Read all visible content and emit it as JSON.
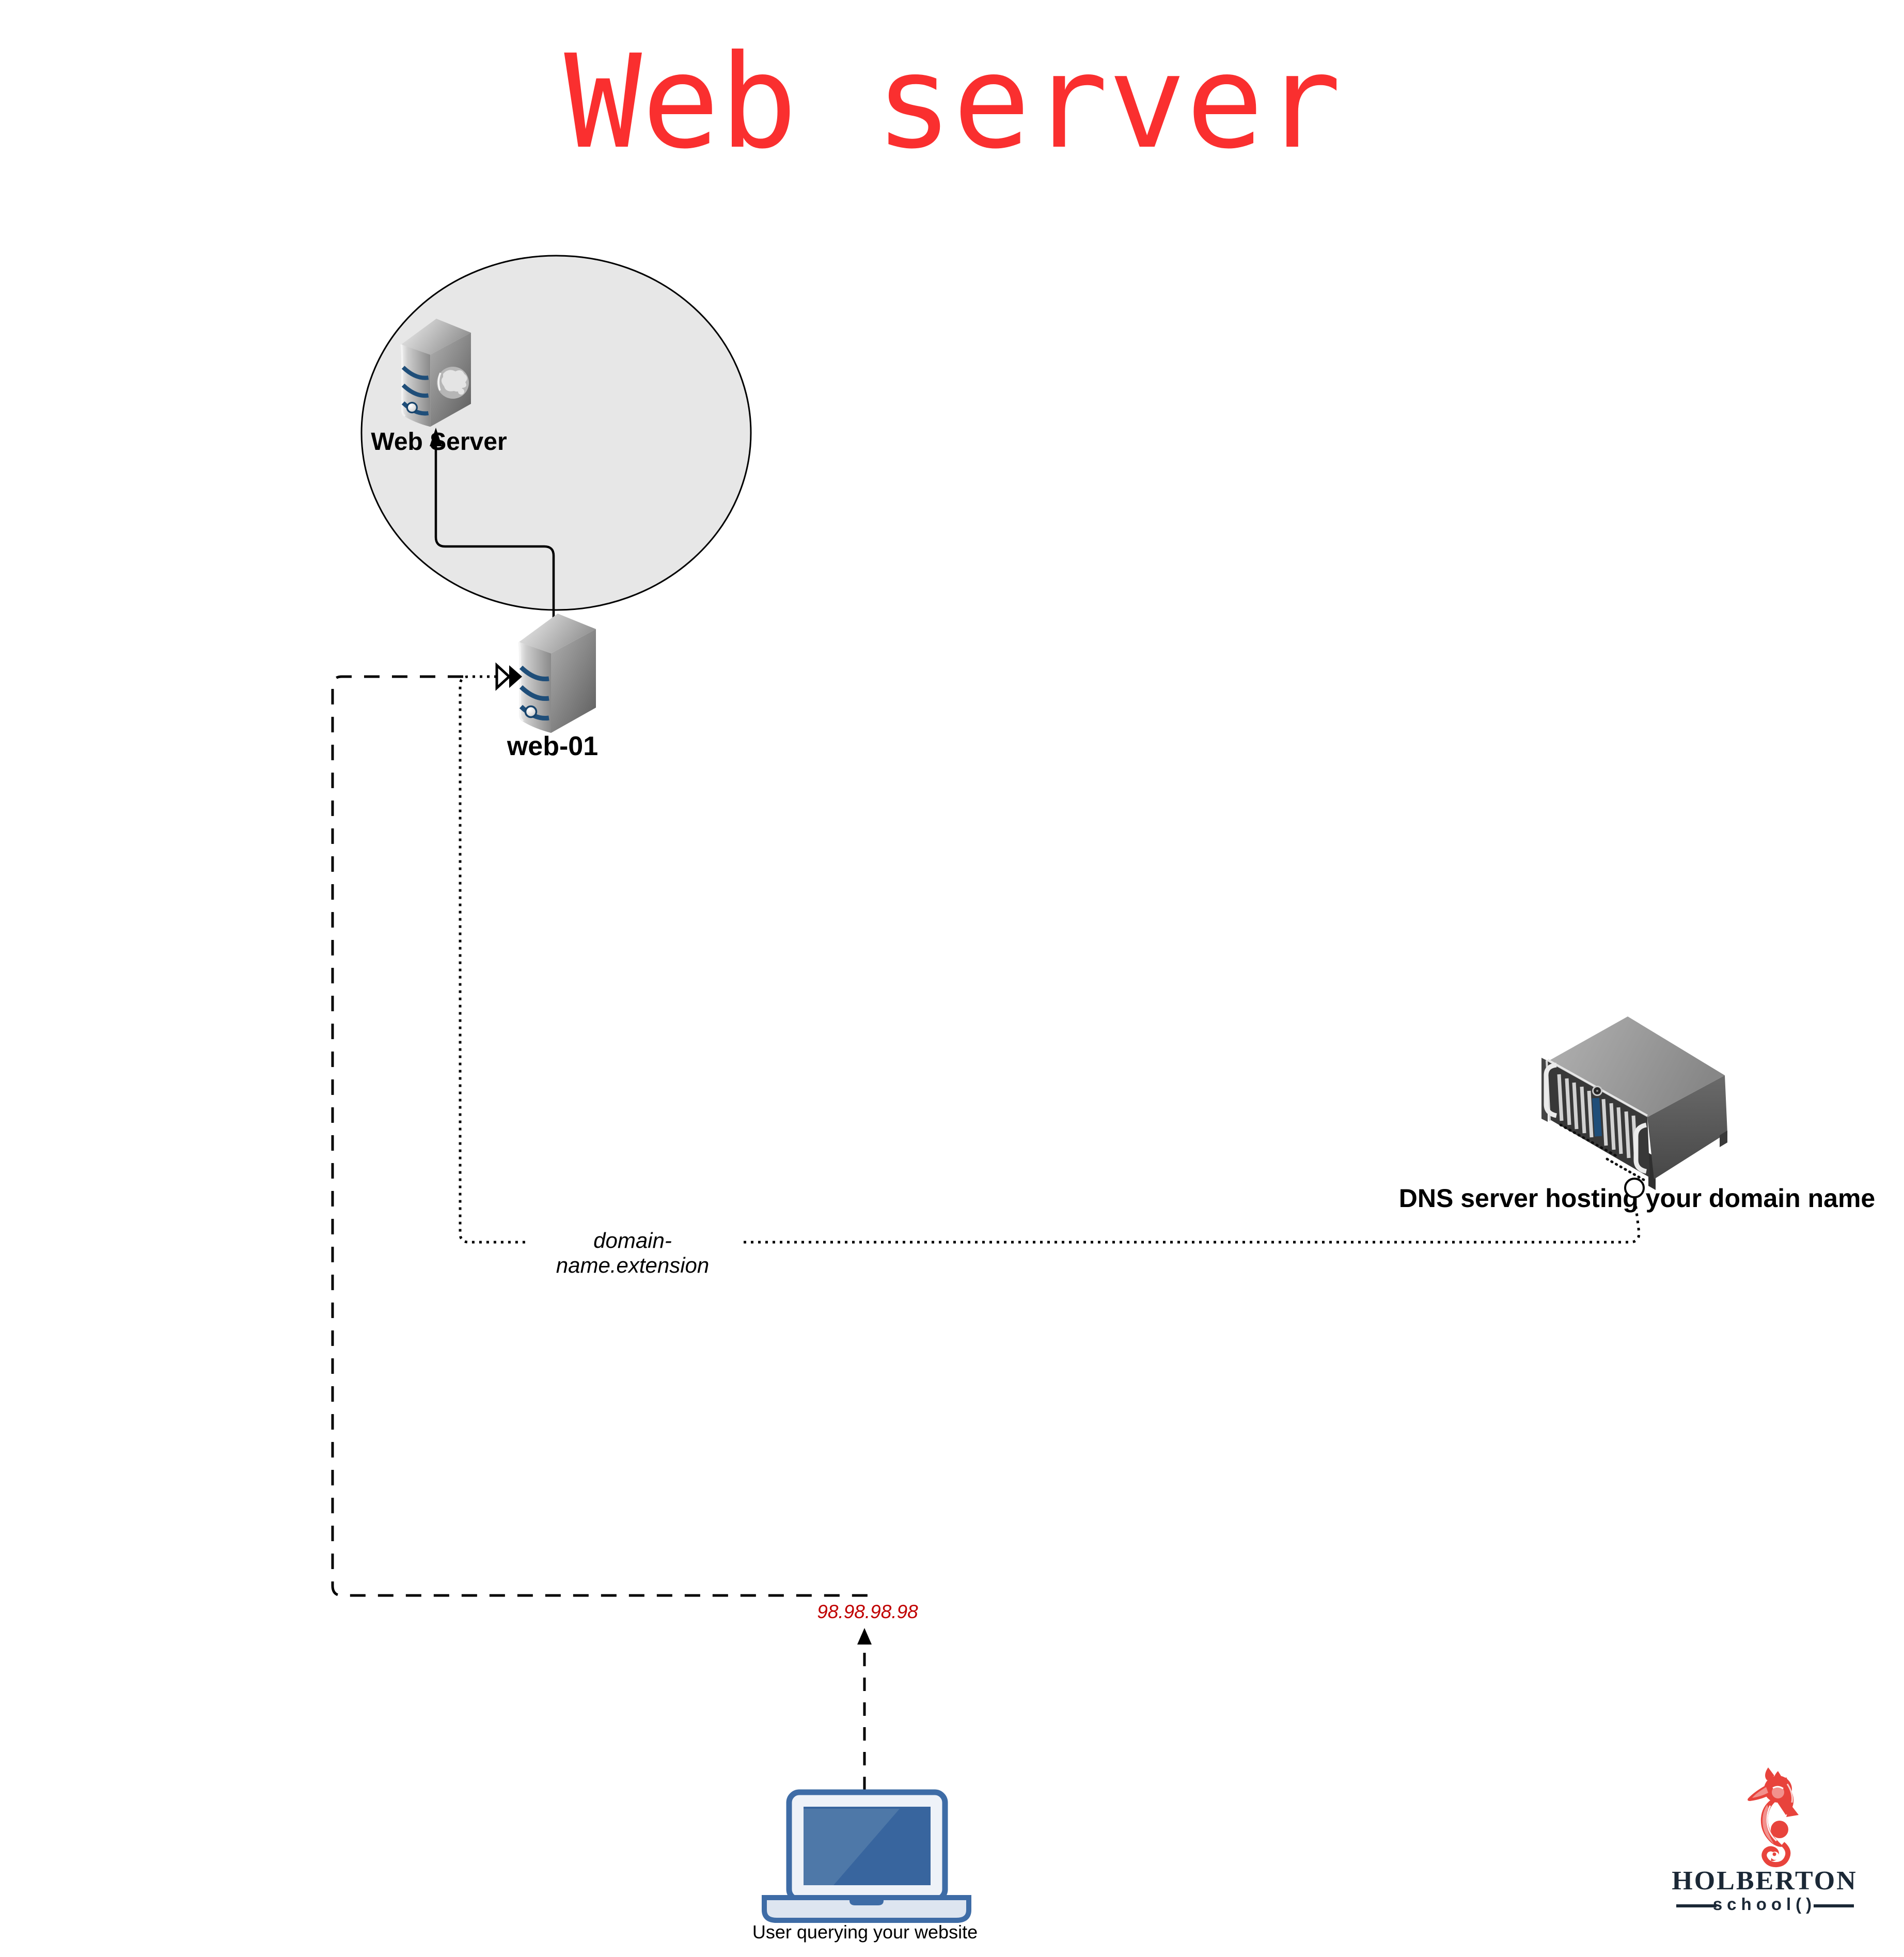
{
  "title": {
    "text": "Web server",
    "color": "#fa2f2f"
  },
  "nodes": {
    "web_server": {
      "label": "Web Server"
    },
    "web01": {
      "label": "web-01"
    },
    "dns": {
      "label": "DNS server hosting your domain name"
    },
    "user": {
      "label": "User querying your website"
    }
  },
  "edges": {
    "domain_label": "domain-name.extension",
    "ip_label": "98.98.98.98",
    "ip_color": "#c00000"
  },
  "logo": {
    "brand": "HOLBERTON",
    "sub": "school()",
    "accent": "#e8433c",
    "text_color": "#1b2836"
  },
  "palette": {
    "title_red": "#fa2f2f",
    "ip_red": "#c00000",
    "cloud_fill": "#e7e7e7",
    "server_stripe_blue": "#1f4e79",
    "laptop_blue": "#3e6ca6",
    "line_black": "#000000"
  }
}
